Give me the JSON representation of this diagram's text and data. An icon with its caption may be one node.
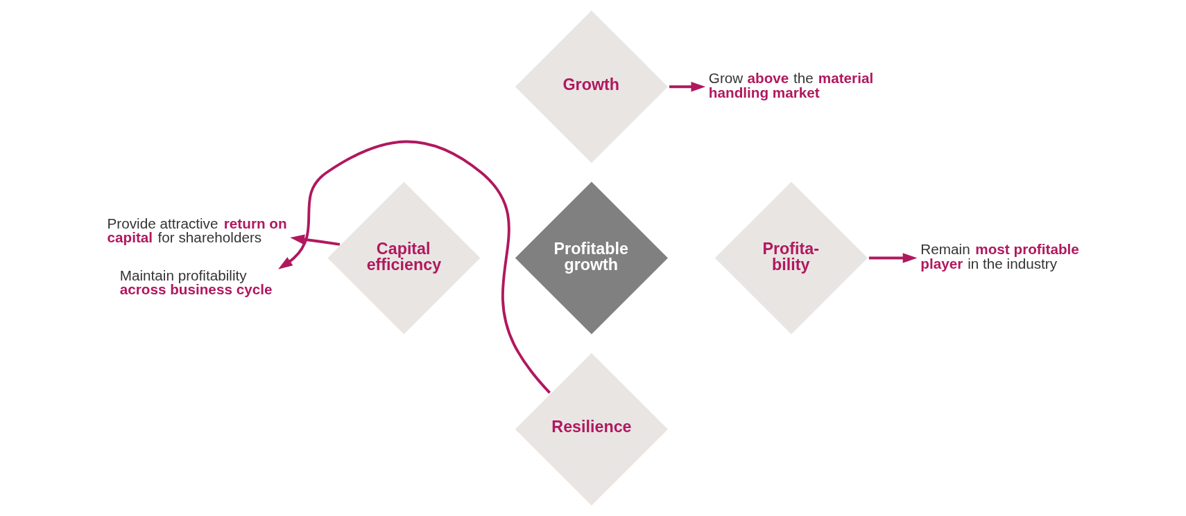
{
  "diagram": {
    "nodes": [
      {
        "text": [
          "Growth"
        ]
      },
      {
        "text": [
          "Capital efficiency"
        ]
      },
      {
        "text": [
          "Profitable growth"
        ]
      },
      {
        "text": [
          "Profita- bility"
        ]
      },
      {
        "text": [
          "Resilience"
        ]
      },
      {
        "text": [
          "Grow **above** the **material handling market**"
        ]
      },
      {
        "text": [
          "Provide attractive **return on capital** for shareholders"
        ]
      },
      {
        "text": [
          "Remain **most profitable player** in the industry"
        ]
      },
      {
        "text": [
          "Maintain profitability **across business cycle**"
        ]
      }
    ],
    "edges": [
      {
        "from": 0,
        "to": 5,
        "arrow": "to"
      },
      {
        "from": 1,
        "to": 6,
        "arrow": "to"
      },
      {
        "from": 3,
        "to": 7,
        "arrow": "to"
      },
      {
        "from": 4,
        "to": 8,
        "arrow": "to"
      }
    ]
  }
}
